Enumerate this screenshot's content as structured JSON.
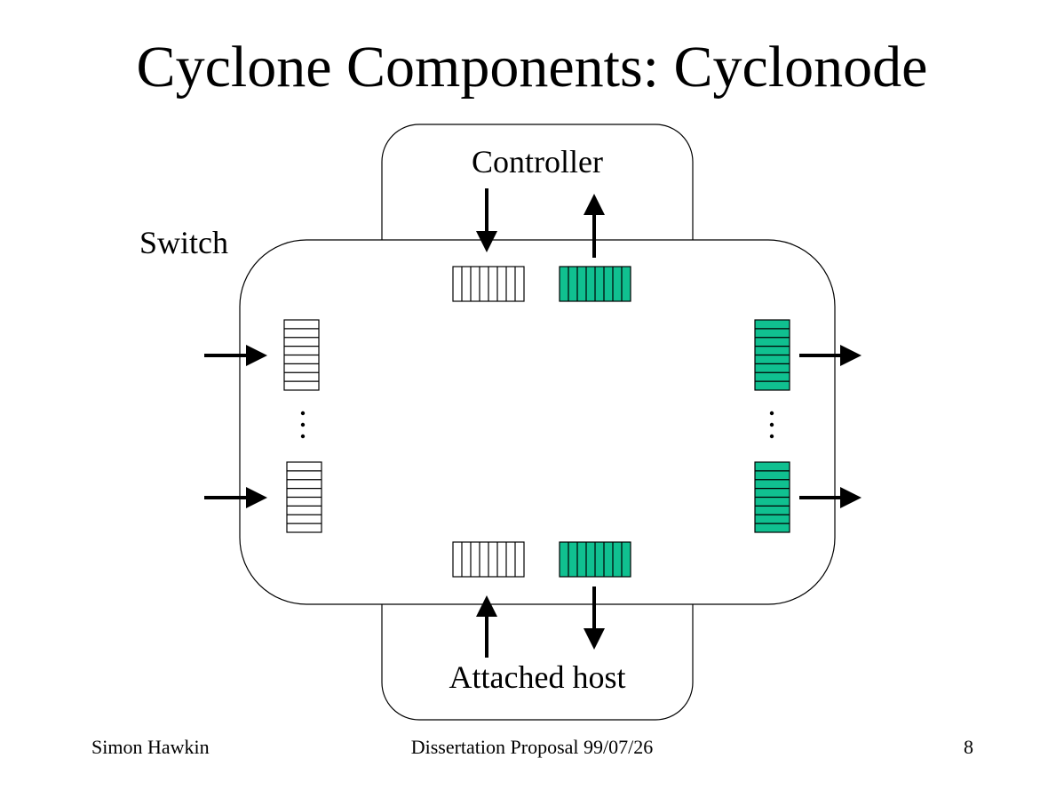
{
  "slide": {
    "title": "Cyclone Components: Cyclonode"
  },
  "diagram": {
    "controller_label": "Controller",
    "switch_label": "Switch",
    "host_label": "Attached host",
    "colors": {
      "outbound_queue_fill": "#10c090",
      "inbound_queue_fill": "#ffffff",
      "stroke": "#000000"
    }
  },
  "footer": {
    "author": "Simon Hawkin",
    "center": "Dissertation Proposal 99/07/26",
    "page_number": "8"
  }
}
